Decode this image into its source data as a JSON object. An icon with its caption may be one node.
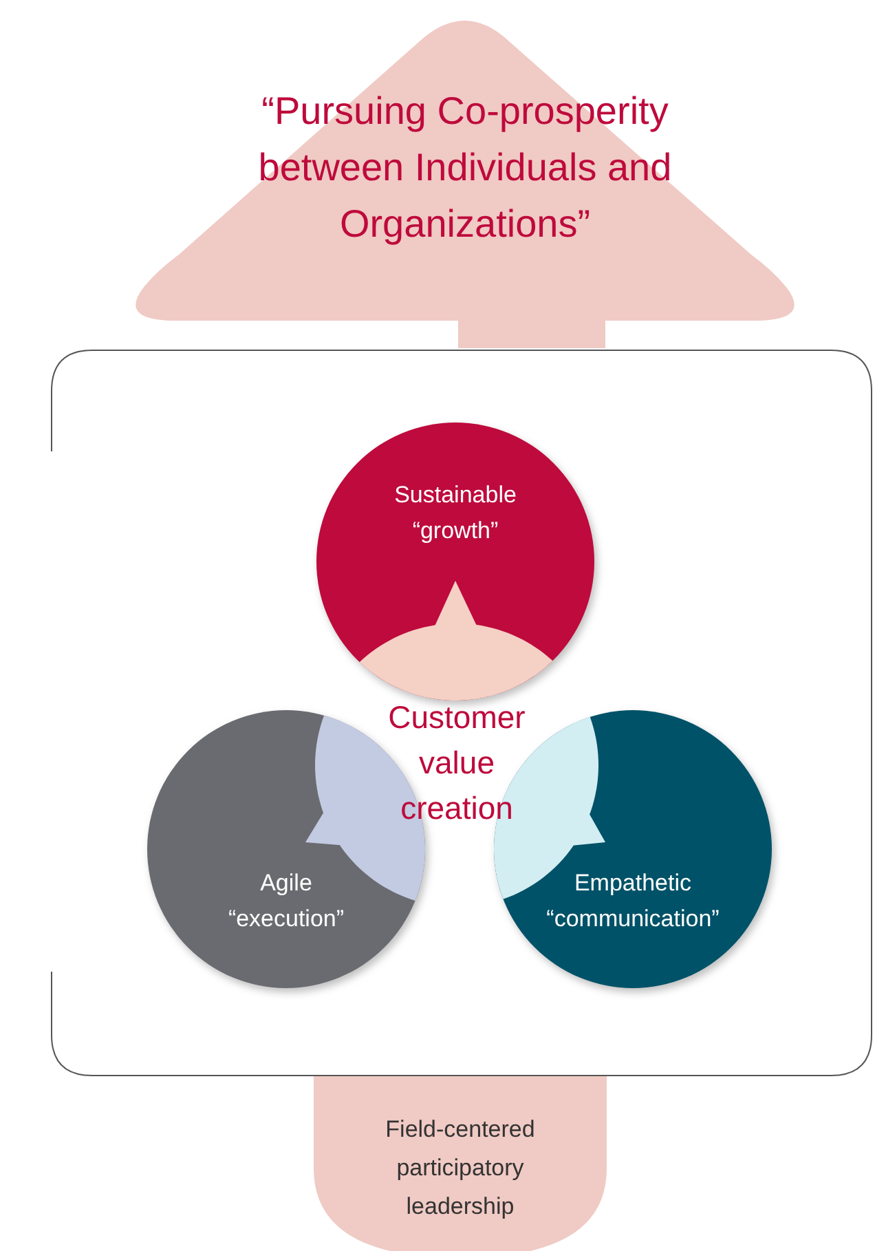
{
  "diagram": {
    "nodes": [
      {
        "text": [
          "“Pursuing Co-prosperity between Individuals and Organizations”"
        ]
      },
      {
        "text": [],
        "shape": "box"
      },
      {
        "text": [
          "Sustainable “growth”"
        ],
        "in": 1
      },
      {
        "text": [
          "Agile “execution”"
        ],
        "in": 1
      },
      {
        "text": [
          "Empathetic “communication”"
        ],
        "in": 1
      },
      {
        "text": [
          "Field-centered participatory leadership"
        ]
      }
    ],
    "labels": [
      "Customer value creation"
    ]
  }
}
